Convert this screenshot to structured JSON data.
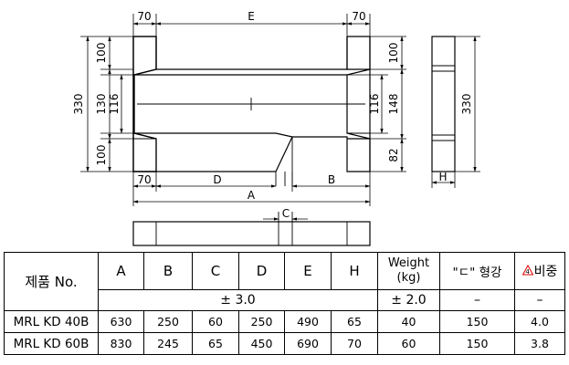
{
  "drawing": {
    "top_labels": {
      "left_70": "70",
      "e": "E",
      "right_70": "70"
    },
    "left_dims": {
      "top_100": "100",
      "mid_130": "130",
      "bot_100": "100",
      "mid_116": "116",
      "total_330": "330"
    },
    "right_dims": {
      "top_100": "100",
      "mid_116": "116",
      "mid_148": "148",
      "bot_82": "82"
    },
    "bottom_labels": {
      "left_70": "70",
      "d": "D",
      "b": "B",
      "a": "A"
    },
    "side_view": {
      "height": "330",
      "h": "H"
    },
    "bottom_view": {
      "c": "C"
    }
  },
  "table": {
    "headers": {
      "product": "제품 No.",
      "a": "A",
      "b": "B",
      "c": "C",
      "d": "D",
      "e": "E",
      "h": "H",
      "weight_line1": "Weight",
      "weight_line2": "(kg)",
      "channel": "\"ㄷ\" 형강",
      "ratio": "비중",
      "revision_mark": "4"
    },
    "tolerance": {
      "dims": "± 3.0",
      "weight": "± 2.0",
      "channel": "–",
      "ratio": "–"
    },
    "rows": [
      {
        "name": "MRL KD 40B",
        "a": "630",
        "b": "250",
        "c": "60",
        "d": "250",
        "e": "490",
        "h": "65",
        "weight": "40",
        "channel": "150",
        "ratio": "4.0"
      },
      {
        "name": "MRL KD 60B",
        "a": "830",
        "b": "245",
        "c": "65",
        "d": "450",
        "e": "690",
        "h": "70",
        "weight": "60",
        "channel": "150",
        "ratio": "3.8"
      }
    ],
    "revision_color": "#e00000"
  }
}
